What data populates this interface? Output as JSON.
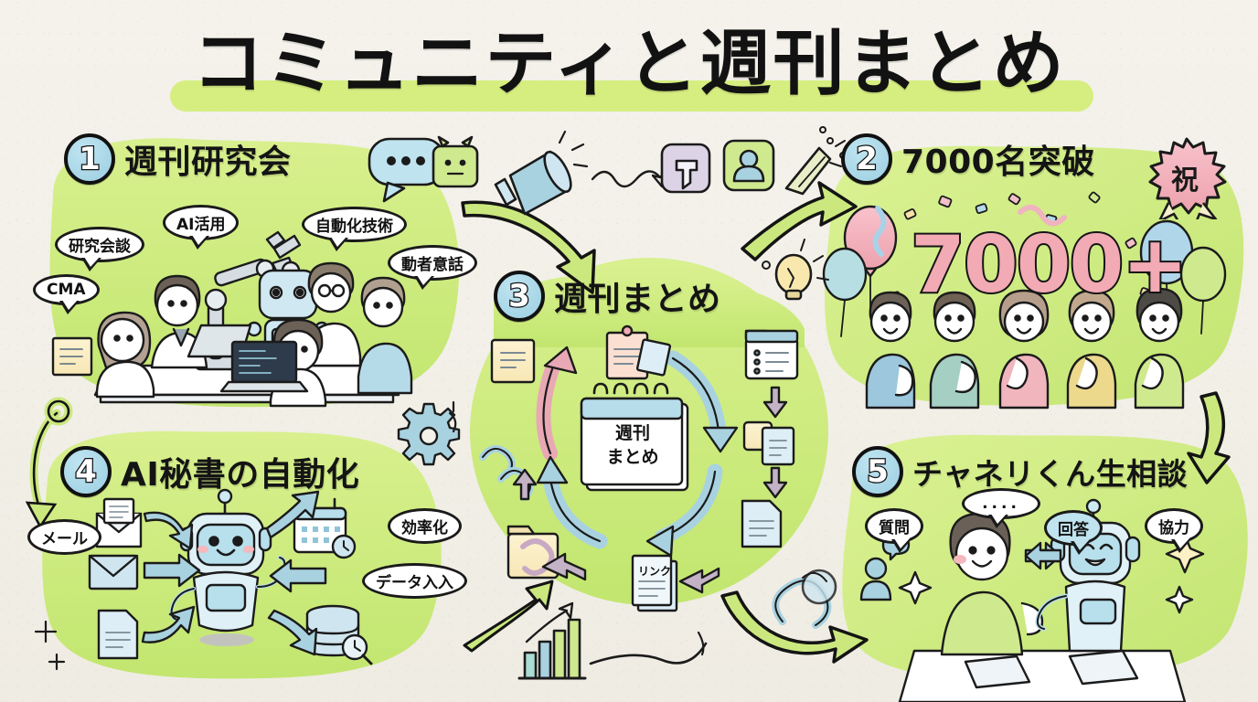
{
  "page": {
    "title": "コミュニティと週刊まとめ",
    "background_color": "#f3f1ea",
    "accent_green": "#cbe87f",
    "accent_blue": "#a9d7e6",
    "accent_pink": "#f2aab4",
    "outline_color": "#151515"
  },
  "sections": [
    {
      "number": "1",
      "title": "週刊研究会",
      "bubbles": [
        {
          "label": "研究会談"
        },
        {
          "label": "AI活用"
        },
        {
          "label": "自動化技術"
        },
        {
          "label": "動者意話"
        },
        {
          "label": "CMA"
        }
      ],
      "scene": "meeting-table-with-robot-arm-and-five-researchers"
    },
    {
      "number": "2",
      "title": "7000名突破",
      "badge": "祝",
      "big_number": "7000+",
      "scene": "five-people-clapping-with-balloons-and-confetti"
    },
    {
      "number": "3",
      "title": "週刊まとめ",
      "center_note_line1": "週刊",
      "center_note_line2": "まとめ",
      "link_doc_label": "リンク",
      "scene": "circular-document-workflow"
    },
    {
      "number": "4",
      "title": "AI秘書の自動化",
      "bubbles": [
        {
          "label": "メール"
        },
        {
          "label": "効率化"
        },
        {
          "label": "データ入入"
        }
      ],
      "scene": "robot-assistant-with-mail-calendar-database"
    },
    {
      "number": "5",
      "title": "チャネリくん生相談",
      "bubbles": [
        {
          "label": "質問"
        },
        {
          "label": "回答"
        },
        {
          "label": "協力"
        },
        {
          "label": "...."
        }
      ],
      "scene": "person-and-robot-consulting-at-table"
    }
  ],
  "decorations": {
    "icons": [
      "speech-bubble-icon",
      "robot-face-icon",
      "megaphone-icon",
      "pin-card-icon",
      "person-card-icon",
      "party-popper-icon",
      "lightbulb-icon",
      "gear-icon",
      "chain-link-icon",
      "paperclip-icon",
      "bar-chart-icon",
      "magnifier-icon",
      "sparkle-icon"
    ],
    "connector_arrows": 6
  }
}
